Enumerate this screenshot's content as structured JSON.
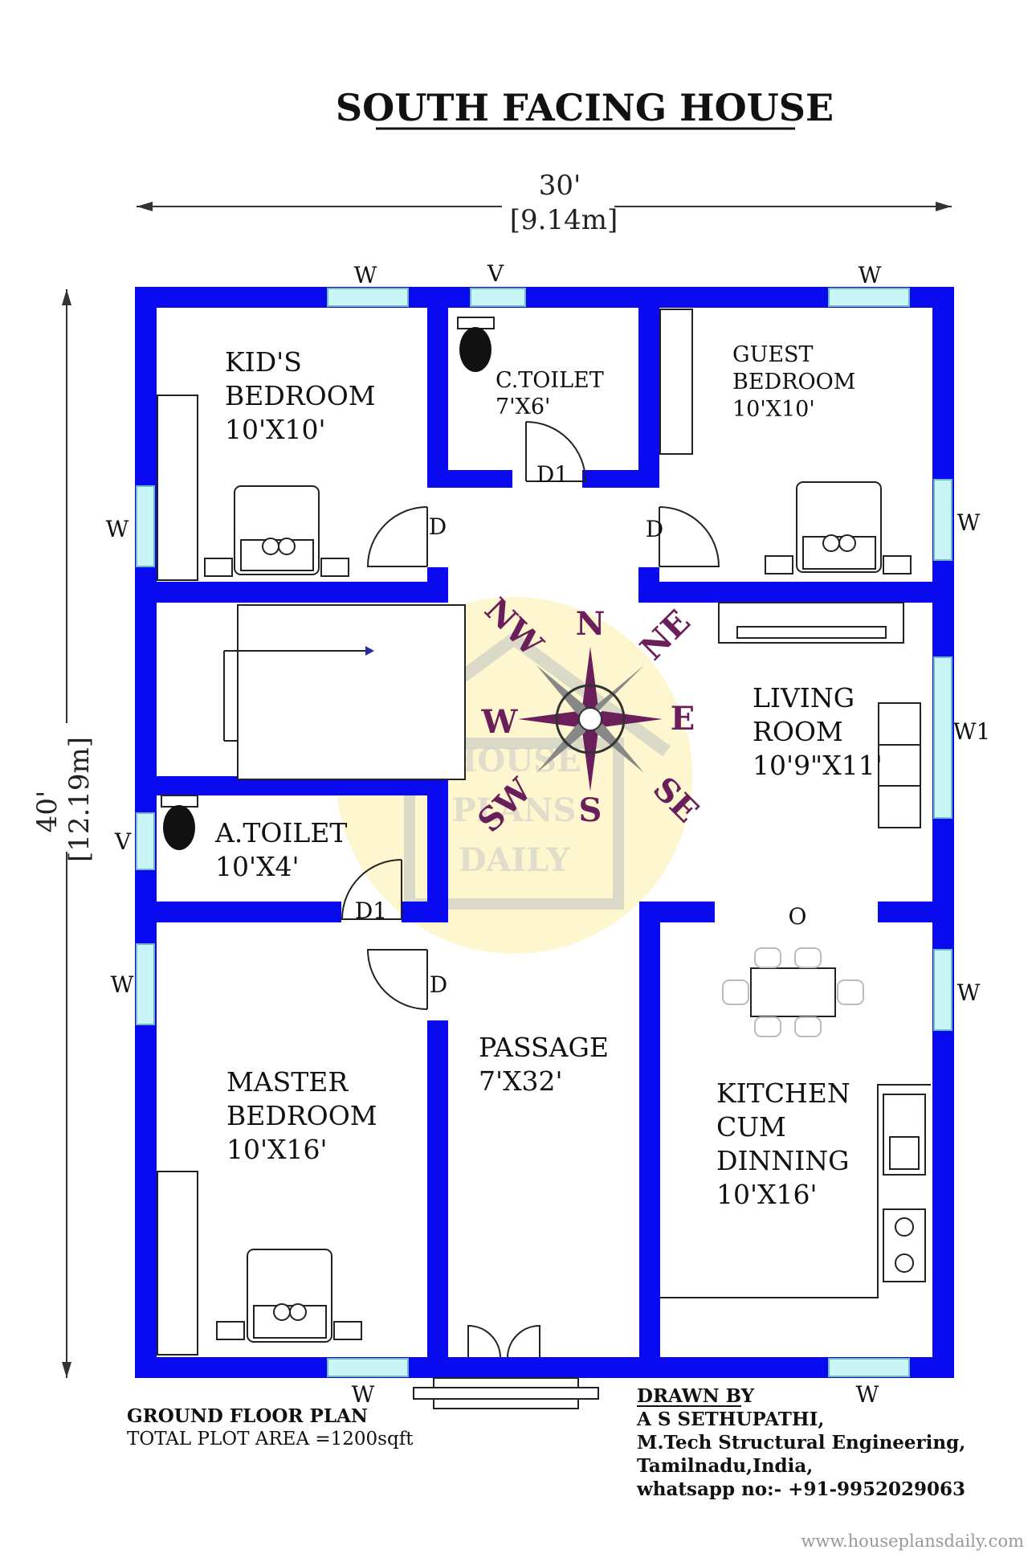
{
  "title": "SOUTH FACING HOUSE",
  "dimensions": {
    "width_ft": "30'",
    "width_m": "[9.14m]",
    "length_ft": "40'",
    "length_m": "[12.19m]"
  },
  "rooms": {
    "kids_bedroom": {
      "line1": "KID'S",
      "line2": "BEDROOM",
      "size": "10'X10'"
    },
    "c_toilet": {
      "name": "C.TOILET",
      "size": "7'X6'"
    },
    "guest_bedroom": {
      "line1": "GUEST",
      "line2": "BEDROOM",
      "size": "10'X10'"
    },
    "living_room": {
      "line1": "LIVING",
      "line2": "ROOM",
      "size": "10'9\"X11'"
    },
    "a_toilet": {
      "name": "A.TOILET",
      "size": "10'X4'"
    },
    "master_bedroom": {
      "line1": "MASTER",
      "line2": "BEDROOM",
      "size": "10'X16'"
    },
    "passage": {
      "name": "PASSAGE",
      "size": "7'X32'"
    },
    "kitchen": {
      "line1": "KITCHEN",
      "line2": "CUM",
      "line3": "DINNING",
      "size": "10'X16'"
    }
  },
  "labels": {
    "window": "W",
    "ventilator": "V",
    "window_w1": "W1",
    "door": "D",
    "door_d1": "D1",
    "opening": "O"
  },
  "compass": {
    "n": "N",
    "s": "S",
    "e": "E",
    "w": "W",
    "ne": "NE",
    "nw": "NW",
    "se": "SE",
    "sw": "SW"
  },
  "watermark": {
    "line1": "HOUSE",
    "line2": "PLANS",
    "line3": "DAILY"
  },
  "footer": {
    "plan_name": "GROUND FLOOR PLAN",
    "plot_area": "TOTAL PLOT AREA =1200sqft",
    "drawn_by": "DRAWN BY",
    "author": "A S SETHUPATHI,",
    "qualification": "M.Tech Structural Engineering,",
    "location": "Tamilnadu,India,",
    "whatsapp": "whatsapp no:- +91-9952029063",
    "website": "www.houseplansdaily.com"
  },
  "colors": {
    "wall": "#0a0af0",
    "window": "#c9f5f7",
    "compass": "#6b1f5a"
  }
}
